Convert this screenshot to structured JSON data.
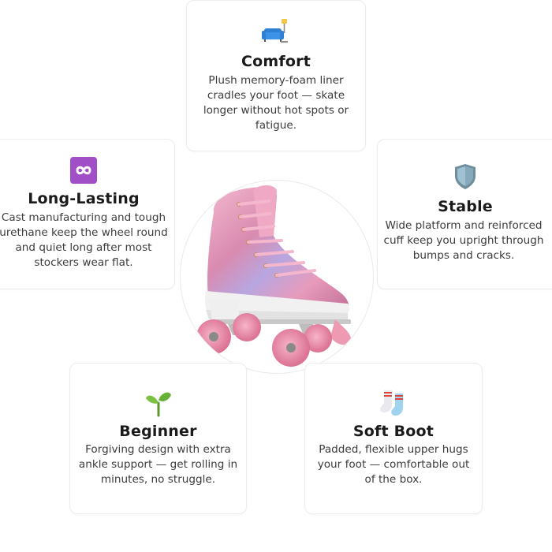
{
  "features": {
    "comfort": {
      "icon": "couch-and-lamp-icon",
      "title": "Comfort",
      "description": "Plush memory-foam liner cradles your foot — skate longer without hot spots or fatigue."
    },
    "lasting": {
      "icon": "infinity-icon",
      "title": "Long-Lasting",
      "description": "Cast manufacturing and tough urethane keep the wheel round and quiet long after most stockers wear flat."
    },
    "stable": {
      "icon": "shield-icon",
      "title": "Stable",
      "description": "Wide platform and reinforced cuff keep you upright through bumps and cracks."
    },
    "beginner": {
      "icon": "seedling-icon",
      "title": "Beginner",
      "description": "Forgiving design with extra ankle support — get rolling in minutes, no struggle."
    },
    "softboot": {
      "icon": "socks-icon",
      "title": "Soft Boot",
      "description": "Padded, flexible upper hugs your foot — comfortable out of the box."
    }
  },
  "product_image": {
    "subject": "pink holographic quad roller skate"
  },
  "colors": {
    "boot": "#e49ab8",
    "wheel": "#ea8fa9",
    "card_border": "#ececec",
    "heading": "#1a1a1a"
  }
}
